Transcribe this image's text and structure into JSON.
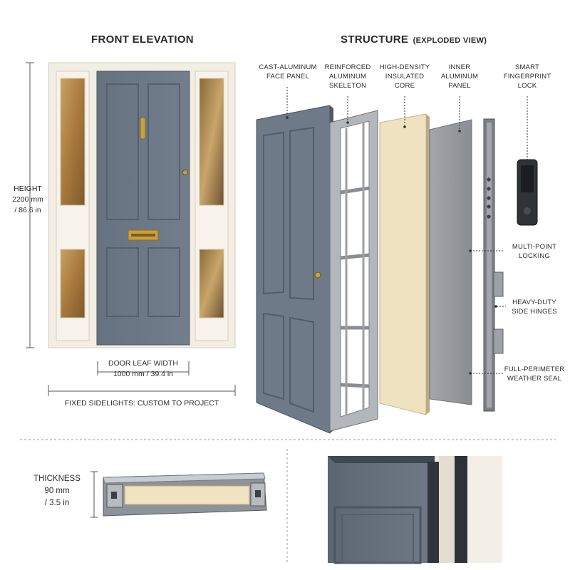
{
  "front": {
    "title": "FRONT ELEVATION",
    "height_label": "HEIGHT",
    "height_mm": "2200 mm",
    "height_in": "/ 86.6 in",
    "leaf_width_label": "DOOR LEAF WIDTH",
    "leaf_width_value": "1000 mm / 39.4 in",
    "sidelights_label": "FIXED SIDELIGHTS: CUSTOM TO PROJECT"
  },
  "structure": {
    "title": "STRUCTURE",
    "subtitle": "(EXPLODED VIEW)",
    "layers": [
      {
        "line1": "CAST-ALUMINUM",
        "line2": "FACE PANEL",
        "line3": ""
      },
      {
        "line1": "REINFORCED",
        "line2": "ALUMINUM",
        "line3": "SKELETON"
      },
      {
        "line1": "HIGH-DENSITY",
        "line2": "INSULATED",
        "line3": "CORE"
      },
      {
        "line1": "INNER",
        "line2": "ALUMINUM",
        "line3": "PANEL"
      },
      {
        "line1": "SMART",
        "line2": "FINGERPRINT",
        "line3": "LOCK"
      }
    ],
    "callouts": [
      {
        "line1": "MULTI-POINT",
        "line2": "LOCKING"
      },
      {
        "line1": "HEAVY-DUTY",
        "line2": "SIDE HINGES"
      },
      {
        "line1": "FULL-PERIMETER",
        "line2": "WEATHER SEAL"
      }
    ]
  },
  "section": {
    "thickness_label": "THICKNESS",
    "thickness_mm": "90 mm",
    "thickness_in": "/ 3.5 in"
  },
  "colors": {
    "door": "#6b7787",
    "frame": "#f1ece0",
    "glass": "#b98c4a",
    "brass": "#c9a040",
    "core": "#efe3c2",
    "aluminum": "#8e9298"
  }
}
